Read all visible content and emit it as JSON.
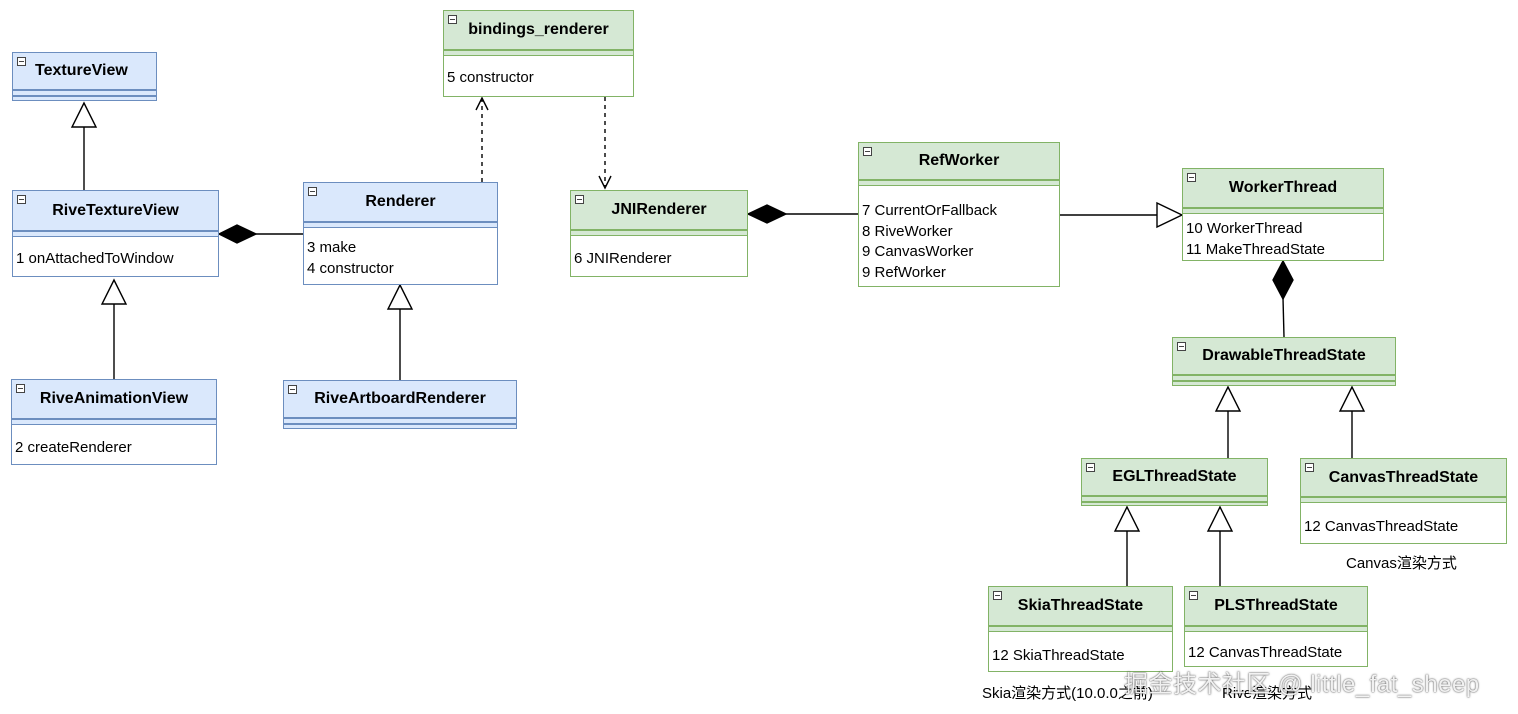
{
  "classes": [
    {
      "id": "textureview",
      "name": "TextureView",
      "theme": "blue",
      "methods": []
    },
    {
      "id": "rivetextureview",
      "name": "RiveTextureView",
      "theme": "blue",
      "methods": [
        "1 onAttachedToWindow"
      ]
    },
    {
      "id": "riveanimationview",
      "name": "RiveAnimationView",
      "theme": "blue",
      "methods": [
        "2 createRenderer"
      ]
    },
    {
      "id": "renderer",
      "name": "Renderer",
      "theme": "blue",
      "methods": [
        "3 make",
        "4 constructor"
      ]
    },
    {
      "id": "riveartboardrenderer",
      "name": "RiveArtboardRenderer",
      "theme": "blue",
      "methods": []
    },
    {
      "id": "bindings_renderer",
      "name": "bindings_renderer",
      "theme": "green",
      "methods": [
        "5 constructor"
      ]
    },
    {
      "id": "jnirenderer",
      "name": "JNIRenderer",
      "theme": "green",
      "methods": [
        "6 JNIRenderer"
      ]
    },
    {
      "id": "refworker",
      "name": "RefWorker",
      "theme": "green",
      "methods": [
        "7 CurrentOrFallback",
        "8 RiveWorker",
        "9 CanvasWorker",
        "9 RefWorker"
      ]
    },
    {
      "id": "workerthread",
      "name": "WorkerThread",
      "theme": "green",
      "methods": [
        "10 WorkerThread",
        "11 MakeThreadState"
      ]
    },
    {
      "id": "drawablethreadstate",
      "name": "DrawableThreadState",
      "theme": "green",
      "methods": []
    },
    {
      "id": "eglthreadstate",
      "name": "EGLThreadState",
      "theme": "green",
      "methods": []
    },
    {
      "id": "canvasthreadstate",
      "name": "CanvasThreadState",
      "theme": "green",
      "methods": [
        "12 CanvasThreadState"
      ]
    },
    {
      "id": "skiathreadstate",
      "name": "SkiaThreadState",
      "theme": "green",
      "methods": [
        "12 SkiaThreadState"
      ]
    },
    {
      "id": "plsthreadstate",
      "name": "PLSThreadState",
      "theme": "green",
      "methods": [
        "12 CanvasThreadState"
      ]
    }
  ],
  "notes": {
    "canvas": "Canvas渲染方式",
    "skia": "Skia渲染方式(10.0.0之前)",
    "rive": "Rive渲染方式"
  },
  "watermark": "掘金技术社区 @ little_fat_sheep",
  "relations": [
    {
      "type": "inheritance",
      "from": "rivetextureview",
      "to": "textureview"
    },
    {
      "type": "inheritance",
      "from": "riveanimationview",
      "to": "rivetextureview"
    },
    {
      "type": "composition",
      "from": "renderer",
      "to": "rivetextureview"
    },
    {
      "type": "inheritance",
      "from": "riveartboardrenderer",
      "to": "renderer"
    },
    {
      "type": "dependency",
      "from": "renderer",
      "to": "bindings_renderer"
    },
    {
      "type": "dependency",
      "from": "bindings_renderer",
      "to": "jnirenderer"
    },
    {
      "type": "composition",
      "from": "refworker",
      "to": "jnirenderer"
    },
    {
      "type": "inheritance",
      "from": "refworker",
      "to": "workerthread"
    },
    {
      "type": "composition",
      "from": "drawablethreadstate",
      "to": "workerthread"
    },
    {
      "type": "inheritance",
      "from": "eglthreadstate",
      "to": "drawablethreadstate"
    },
    {
      "type": "inheritance",
      "from": "canvasthreadstate",
      "to": "drawablethreadstate"
    },
    {
      "type": "inheritance",
      "from": "skiathreadstate",
      "to": "eglthreadstate"
    },
    {
      "type": "inheritance",
      "from": "plsthreadstate",
      "to": "eglthreadstate"
    }
  ],
  "colors": {
    "blue_fill": "#dae8fc",
    "blue_stroke": "#6c8ebf",
    "green_fill": "#d5e8d4",
    "green_stroke": "#82b366"
  }
}
